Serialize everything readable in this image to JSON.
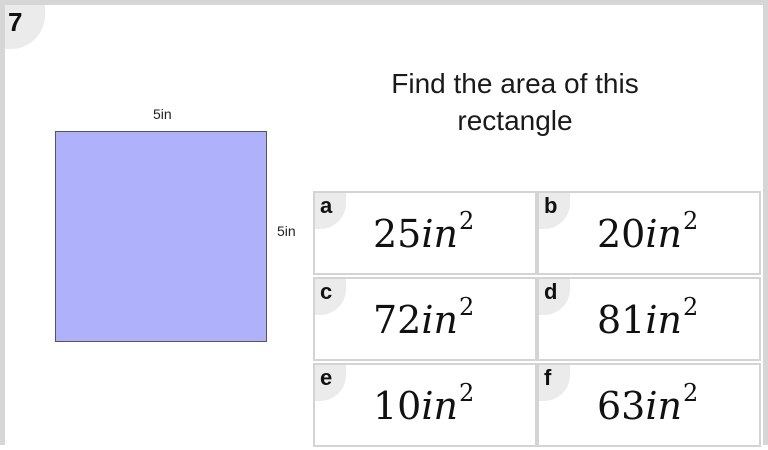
{
  "question_number": "7",
  "question_text": "Find the area of this rectangle",
  "shape": {
    "top_label": "5in",
    "side_label": "5in",
    "fill_color": "#b0b1fb"
  },
  "options": [
    {
      "letter": "a",
      "value": "25",
      "unit": "in",
      "exponent": "2"
    },
    {
      "letter": "b",
      "value": "20",
      "unit": "in",
      "exponent": "2"
    },
    {
      "letter": "c",
      "value": "72",
      "unit": "in",
      "exponent": "2"
    },
    {
      "letter": "d",
      "value": "81",
      "unit": "in",
      "exponent": "2"
    },
    {
      "letter": "e",
      "value": "10",
      "unit": "in",
      "exponent": "2"
    },
    {
      "letter": "f",
      "value": "63",
      "unit": "in",
      "exponent": "2"
    }
  ]
}
